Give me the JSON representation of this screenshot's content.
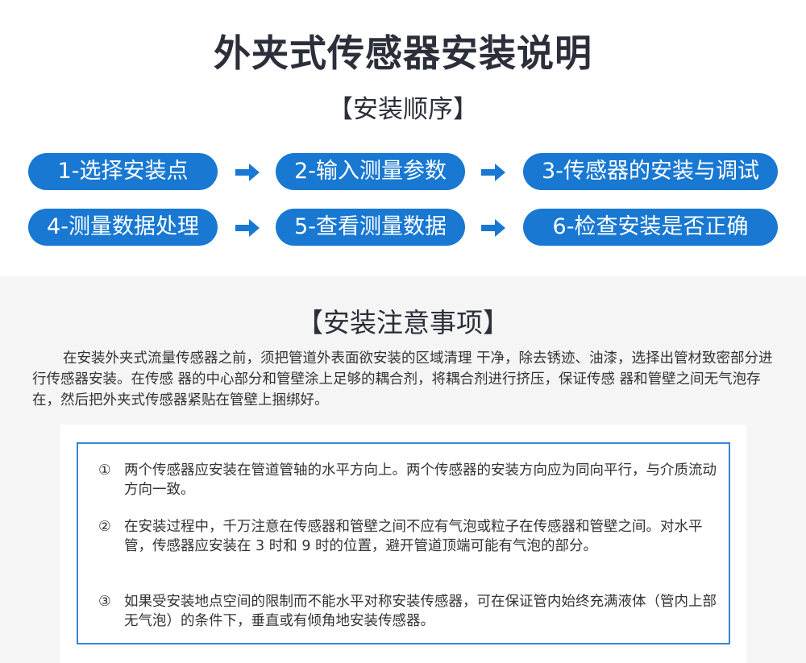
{
  "page": {
    "title": "外夹式传感器安装说明",
    "subtitle": "【安装顺序】"
  },
  "steps": [
    {
      "label": "1-选择安装点"
    },
    {
      "label": "2-输入测量参数"
    },
    {
      "label": "3-传感器的安装与调试"
    },
    {
      "label": "4-测量数据处理"
    },
    {
      "label": "5-查看测量数据"
    },
    {
      "label": "6-检查安装是否正确"
    }
  ],
  "notes_section": {
    "title": "【安装注意事项】",
    "intro": "在安装外夹式流量传感器之前，须把管道外表面欲安装的区域清理 干净，除去锈迹、油漆，选择出管材致密部分进行传感器安装。在传感 器的中心部分和管壁涂上足够的耦合剂，将耦合剂进行挤压，保证传感 器和管壁之间无气泡存在，然后把外夹式传感器紧贴在管壁上捆绑好。",
    "items": [
      {
        "num": "①",
        "text": "两个传感器应安装在管道管轴的水平方向上。两个传感器的安装方向应为同向平行，与介质流动方向一致。"
      },
      {
        "num": "②",
        "text": "在安装过程中，千万注意在传感器和管壁之间不应有气泡或粒子在传感器和管壁之间。对水平管，传感器应安装在 3 时和 9 时的位置，避开管道顶端可能有气泡的部分。"
      },
      {
        "num": "③",
        "text": "如果受安装地点空间的限制而不能水平对称安装传感器，可在保证管内始终充满液体（管内上部无气泡）的条件下，垂直或有倾角地安装传感器。"
      }
    ]
  },
  "colors": {
    "accent": "#1878d2",
    "border": "#3b84d6",
    "heading": "#2b2f3a",
    "background_bottom": "#f5f5f5"
  }
}
